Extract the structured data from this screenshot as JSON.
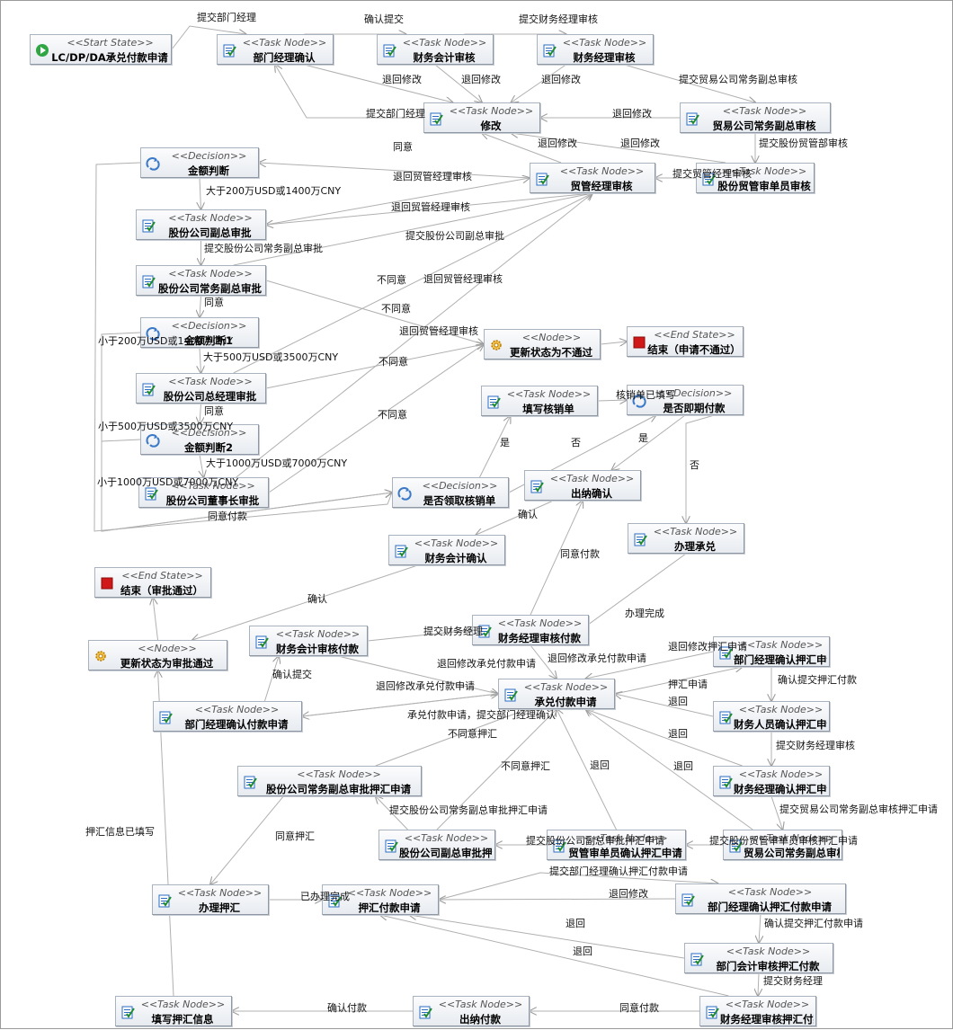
{
  "stereotypes": {
    "start": "<<Start State>>",
    "task": "<<Task Node>>",
    "decision": "<<Decision>>",
    "node": "<<Node>>",
    "end": "<<End State>>"
  },
  "colors": {
    "line": "#b0b0b0",
    "arrow": "#9a9a9a",
    "start_icon": "#2fa544",
    "end_icon": "#d01818",
    "task_icon": "#2a6cc4",
    "decision_icon": "#3a78c8",
    "gear_icon": "#d89a10"
  },
  "nodes": [
    {
      "id": "start",
      "kind": "start",
      "label": "LC/DP/DA承兑付款申请",
      "icon": "start-state-icon"
    },
    {
      "id": "dept_confirm",
      "kind": "task",
      "label": "部门经理确认",
      "icon": "task-node-icon"
    },
    {
      "id": "fin_acct_review",
      "kind": "task",
      "label": "财务会计审核",
      "icon": "task-node-icon"
    },
    {
      "id": "fin_mgr_review",
      "kind": "task",
      "label": "财务经理审核",
      "icon": "task-node-icon"
    },
    {
      "id": "modify",
      "kind": "task",
      "label": "修改",
      "icon": "task-node-icon"
    },
    {
      "id": "trade_vp_review",
      "kind": "task",
      "label": "贸易公司常务副总审核",
      "icon": "task-node-icon"
    },
    {
      "id": "amount_judge",
      "kind": "decision",
      "label": "金额判断",
      "icon": "decision-icon"
    },
    {
      "id": "trade_mgr_review",
      "kind": "task",
      "label": "贸管经理审核",
      "icon": "task-node-icon"
    },
    {
      "id": "share_trade_review",
      "kind": "task",
      "label": "股份贸管审单员审核",
      "icon": "task-node-icon"
    },
    {
      "id": "share_vp_approve",
      "kind": "task",
      "label": "股份公司副总审批",
      "icon": "task-node-icon"
    },
    {
      "id": "share_exec_vp_approve",
      "kind": "task",
      "label": "股份公司常务副总审批",
      "icon": "task-node-icon"
    },
    {
      "id": "amount_judge1",
      "kind": "decision",
      "label": "金额判断1",
      "icon": "decision-icon"
    },
    {
      "id": "update_reject",
      "kind": "node",
      "label": "更新状态为不通过",
      "icon": "gear-icon"
    },
    {
      "id": "end_reject",
      "kind": "end",
      "label": "结束（申请不通过）",
      "icon": "end-state-icon"
    },
    {
      "id": "share_gm_approve",
      "kind": "task",
      "label": "股份公司总经理审批",
      "icon": "task-node-icon"
    },
    {
      "id": "fill_writeoff",
      "kind": "task",
      "label": "填写核销单",
      "icon": "task-node-icon"
    },
    {
      "id": "is_immediate_pay",
      "kind": "decision",
      "label": "是否即期付款",
      "icon": "decision-icon"
    },
    {
      "id": "amount_judge2",
      "kind": "decision",
      "label": "金额判断2",
      "icon": "decision-icon"
    },
    {
      "id": "need_writeoff",
      "kind": "decision",
      "label": "是否领取核销单",
      "icon": "decision-icon"
    },
    {
      "id": "cashier_confirm",
      "kind": "task",
      "label": "出纳确认",
      "icon": "task-node-icon"
    },
    {
      "id": "share_chair_approve",
      "kind": "task",
      "label": "股份公司董事长审批",
      "icon": "task-node-icon"
    },
    {
      "id": "handle_accept",
      "kind": "task",
      "label": "办理承兑",
      "icon": "task-node-icon"
    },
    {
      "id": "fin_acct_confirm",
      "kind": "task",
      "label": "财务会计确认",
      "icon": "task-node-icon"
    },
    {
      "id": "end_approved",
      "kind": "end",
      "label": "结束（审批通过）",
      "icon": "end-state-icon"
    },
    {
      "id": "fin_mgr_pay_review",
      "kind": "task",
      "label": "财务经理审核付款",
      "icon": "task-node-icon"
    },
    {
      "id": "fin_acct_pay_review",
      "kind": "task",
      "label": "财务会计审核付款",
      "icon": "task-node-icon"
    },
    {
      "id": "update_approved",
      "kind": "node",
      "label": "更新状态为审批通过",
      "icon": "gear-icon"
    },
    {
      "id": "dept_confirm_nego",
      "kind": "task",
      "label": "部门经理确认押汇申请",
      "icon": "task-node-icon"
    },
    {
      "id": "accept_pay_apply",
      "kind": "task",
      "label": "承兑付款申请",
      "icon": "task-node-icon"
    },
    {
      "id": "dept_confirm_pay",
      "kind": "task",
      "label": "部门经理确认付款申请",
      "icon": "task-node-icon"
    },
    {
      "id": "fin_staff_confirm_nego",
      "kind": "task",
      "label": "财务人员确认押汇申请",
      "icon": "task-node-icon"
    },
    {
      "id": "share_exec_vp_nego",
      "kind": "task",
      "label": "股份公司常务副总审批押汇申请",
      "icon": "task-node-icon"
    },
    {
      "id": "fin_mgr_confirm_nego",
      "kind": "task",
      "label": "财务经理确认押汇申请",
      "icon": "task-node-icon"
    },
    {
      "id": "share_vp_nego",
      "kind": "task",
      "label": "股份公司副总审批押汇申请",
      "icon": "task-node-icon"
    },
    {
      "id": "trade_clerk_nego",
      "kind": "task",
      "label": "贸管审单员确认押汇申请",
      "icon": "task-node-icon"
    },
    {
      "id": "trade_vp_nego",
      "kind": "task",
      "label": "贸易公司常务副总审核押汇申请",
      "icon": "task-node-icon"
    },
    {
      "id": "handle_nego",
      "kind": "task",
      "label": "办理押汇",
      "icon": "task-node-icon"
    },
    {
      "id": "nego_pay_apply",
      "kind": "task",
      "label": "押汇付款申请",
      "icon": "task-node-icon"
    },
    {
      "id": "dept_confirm_nego_pay",
      "kind": "task",
      "label": "部门经理确认押汇付款申请",
      "icon": "task-node-icon"
    },
    {
      "id": "dept_acct_nego_pay",
      "kind": "task",
      "label": "部门会计审核押汇付款",
      "icon": "task-node-icon"
    },
    {
      "id": "fill_nego_info",
      "kind": "task",
      "label": "填写押汇信息",
      "icon": "task-node-icon"
    },
    {
      "id": "cashier_pay",
      "kind": "task",
      "label": "出纳付款",
      "icon": "task-node-icon"
    },
    {
      "id": "fin_mgr_nego_pay",
      "kind": "task",
      "label": "财务经理审核押汇付款",
      "icon": "task-node-icon"
    }
  ],
  "edge_labels": [
    "提交部门经理",
    "确认提交",
    "提交财务经理审核",
    "退回修改",
    "退回修改",
    "退回修改",
    "提交贸易公司常务副总审核",
    "提交部门经理",
    "退回修改",
    "退回修改",
    "退回修改",
    "同意",
    "提交股份贸管部审核",
    "退回贸管经理审核",
    "提交贸管经理审核",
    "大于200万USD或1400万CNY",
    "退回贸管经理审核",
    "提交股份公司副总审批",
    "提交股份公司常务副总审批",
    "不同意",
    "退回贸管经理审核",
    "同意",
    "不同意",
    "小于200万USD或1400万CNY",
    "退回贸管经理审核",
    "大于500万USD或3500万CNY",
    "不同意",
    "同意",
    "小于500万USD或3500万CNY",
    "不同意",
    "核销单已填写",
    "是",
    "否",
    "是",
    "否",
    "大于1000万USD或7000万CNY",
    "小于1000万USD或7000万CNY",
    "同意付款",
    "确认",
    "同意付款",
    "办理完成",
    "确认",
    "提交财务经理",
    "确认提交",
    "退回修改承兑付款申请",
    "退回修改承兑付款申请",
    "退回修改押汇申请",
    "押汇申请",
    "退回修改承兑付款申请",
    "确认提交押汇付款",
    "退回",
    "承兑付款申请，提交部门经理确认",
    "退回",
    "提交财务经理审核",
    "不同意押汇",
    "不同意押汇",
    "退回",
    "退回",
    "提交贸易公司常务副总审核押汇申请",
    "提交股份公司常务副总审批押汇申请",
    "同意押汇",
    "提交股份公司副总审批押汇申请",
    "提交股份贸管审单员审核押汇申请",
    "押汇信息已填写",
    "提交部门经理确认押汇付款申请",
    "已办理完成",
    "退回修改",
    "确认提交押汇付款申请",
    "退回",
    "退回",
    "提交财务经理",
    "确认付款",
    "同意付款"
  ]
}
